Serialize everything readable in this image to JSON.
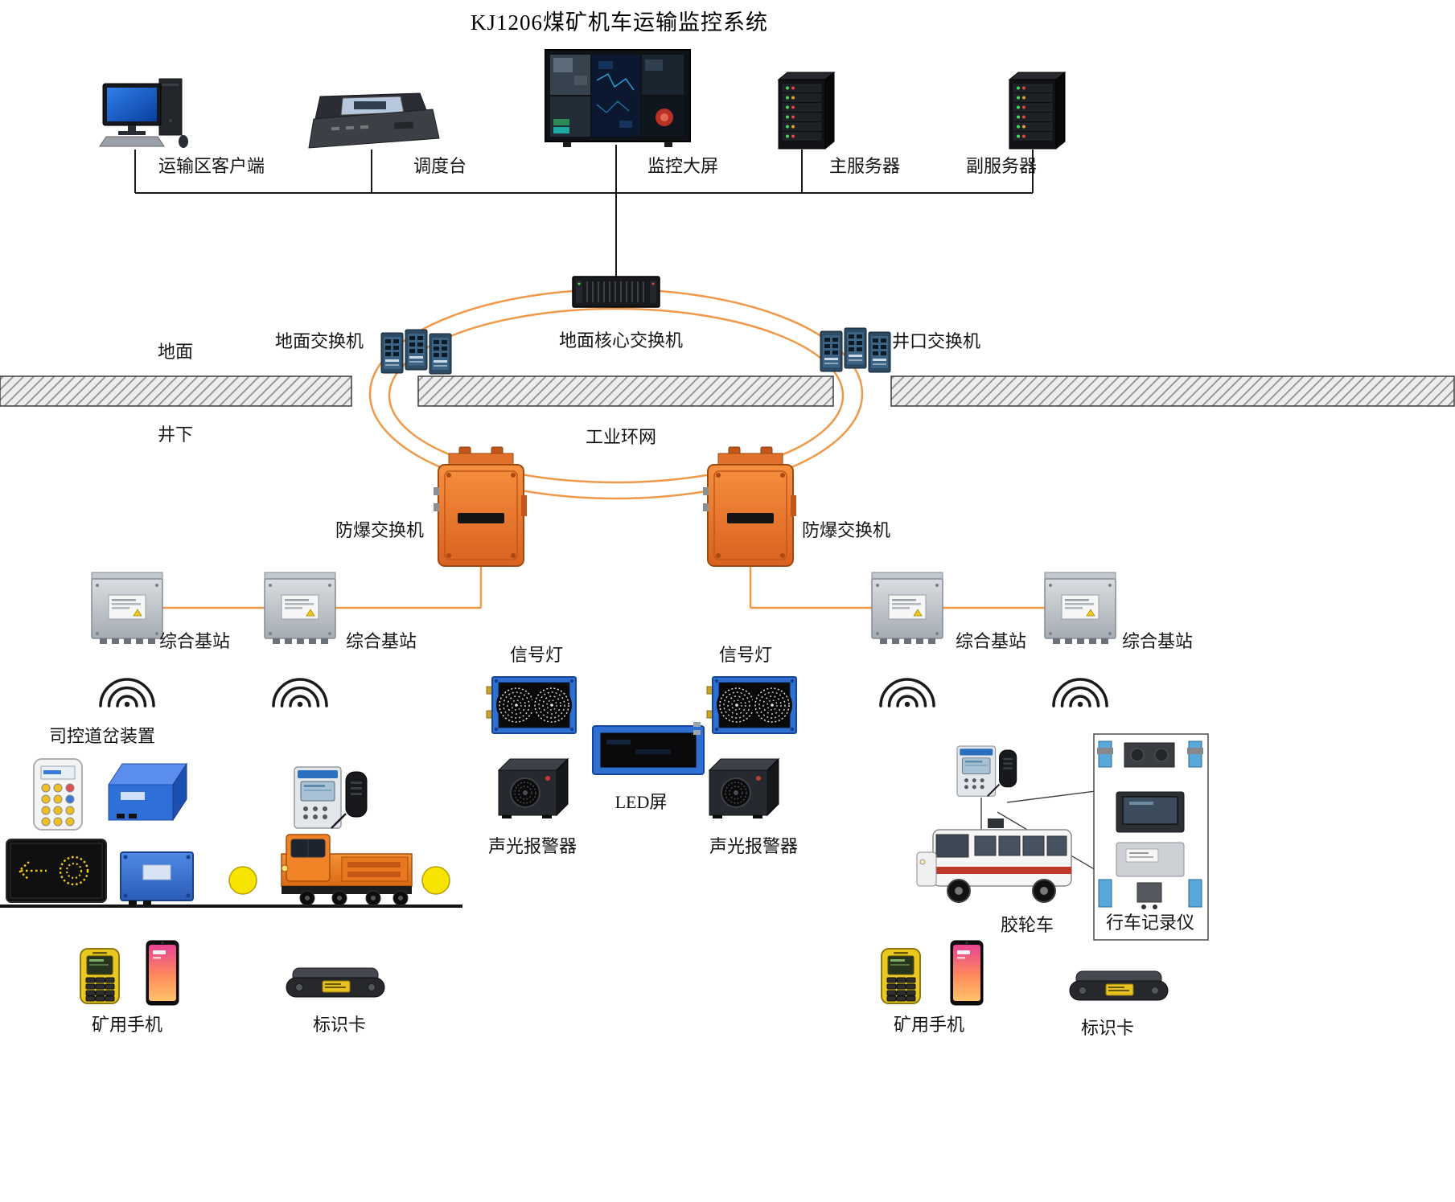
{
  "title": "KJ1206煤矿机车运输监控系统",
  "labels": {
    "transport_client": "运输区客户端",
    "dispatch_console": "调度台",
    "monitor_wall": "监控大屏",
    "main_server": "主服务器",
    "backup_server": "副服务器",
    "ground": "地面",
    "underground": "井下",
    "ground_switch": "地面交换机",
    "ground_core_switch": "地面核心交换机",
    "wellhead_switch": "井口交换机",
    "industrial_ring": "工业环网",
    "explosion_proof_switch": "防爆交换机",
    "base_station": "综合基站",
    "switch_control_device": "司控道岔装置",
    "signal_light": "信号灯",
    "led_screen": "LED屏",
    "sound_light_alarm": "声光报警器",
    "mine_phone": "矿用手机",
    "id_card": "标识卡",
    "rubber_wheel_vehicle": "胶轮车",
    "driving_recorder": "行车记录仪"
  },
  "colors": {
    "ring_network_orange": "#f0994a",
    "explosion_proof_orange": "#e8742c",
    "device_blue": "#2e6fd0",
    "line_black": "#1a1a1a",
    "ground_bar_gray": "#8f8f8f"
  }
}
